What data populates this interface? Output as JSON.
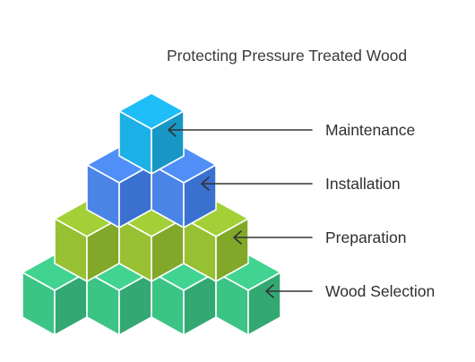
{
  "title": "Protecting Pressure Treated Wood",
  "levels": [
    {
      "label": "Maintenance",
      "cubes": 1,
      "color": "#1db0e6",
      "side": "#1797c6"
    },
    {
      "label": "Installation",
      "cubes": 2,
      "color": "#4a84e6",
      "side": "#3a70cf"
    },
    {
      "label": "Preparation",
      "cubes": 3,
      "color": "#97c132",
      "side": "#82a82a"
    },
    {
      "label": "Wood Selection",
      "cubes": 4,
      "color": "#3cc485",
      "side": "#33a873"
    }
  ]
}
